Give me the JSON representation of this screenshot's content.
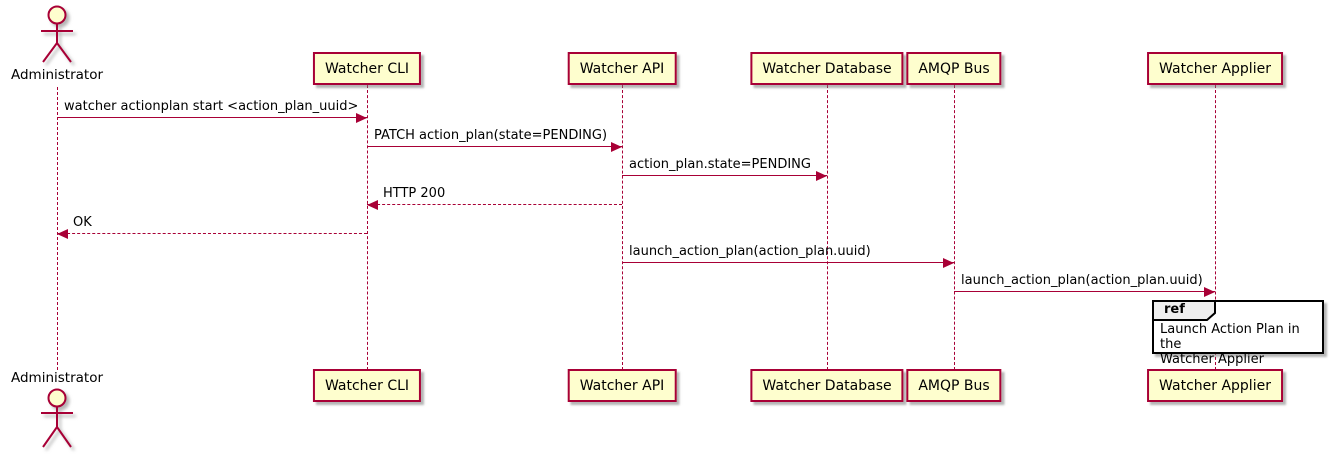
{
  "diagram": {
    "type": "uml-sequence",
    "actor": {
      "name": "Administrator"
    },
    "participants": [
      {
        "label": "Watcher CLI"
      },
      {
        "label": "Watcher API"
      },
      {
        "label": "Watcher Database"
      },
      {
        "label": "AMQP Bus"
      },
      {
        "label": "Watcher Applier"
      }
    ],
    "messages": [
      {
        "from": "Administrator",
        "to": "Watcher CLI",
        "style": "solid",
        "label": "watcher actionplan start <action_plan_uuid>"
      },
      {
        "from": "Watcher CLI",
        "to": "Watcher API",
        "style": "solid",
        "label": "PATCH action_plan(state=PENDING)"
      },
      {
        "from": "Watcher API",
        "to": "Watcher Database",
        "style": "solid",
        "label": "action_plan.state=PENDING"
      },
      {
        "from": "Watcher API",
        "to": "Watcher CLI",
        "style": "dashed",
        "label": "HTTP 200"
      },
      {
        "from": "Watcher CLI",
        "to": "Administrator",
        "style": "dashed",
        "label": "OK"
      },
      {
        "from": "Watcher API",
        "to": "AMQP Bus",
        "style": "solid",
        "label": "launch_action_plan(action_plan.uuid)"
      },
      {
        "from": "AMQP Bus",
        "to": "Watcher Applier",
        "style": "solid",
        "label": "launch_action_plan(action_plan.uuid)"
      }
    ],
    "ref": {
      "keyword": "ref",
      "lines": [
        "Launch Action Plan in the",
        "Watcher Applier"
      ]
    },
    "colors": {
      "accent": "#A80036",
      "participant_fill": "#FEFECE",
      "ref_tab_fill": "#EEEEEE",
      "ref_border": "#000000",
      "text": "#000000"
    }
  }
}
